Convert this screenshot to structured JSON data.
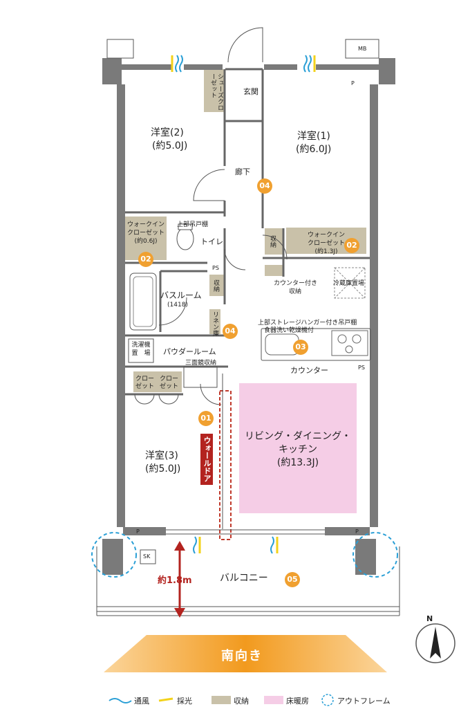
{
  "rooms": {
    "western2": {
      "name": "洋室(2)",
      "size": "(約5.0J)"
    },
    "western1": {
      "name": "洋室(1)",
      "size": "(約6.0J)"
    },
    "western3": {
      "name": "洋室(3)",
      "size": "(約5.0J)"
    },
    "ldk": {
      "line1": "リビング・ダイニング・",
      "line2": "キッチン",
      "size": "(約13.3J)"
    },
    "bathroom": {
      "name": "バスルーム",
      "size": "(1418)"
    },
    "powder": "パウダールーム",
    "hall": "廊下",
    "entrance": "玄関",
    "toilet": "トイレ",
    "balcony": "バルコニー"
  },
  "labels": {
    "mb": "MB",
    "p": "P",
    "ps": "PS",
    "sk": "SK",
    "shoes_closet": "シューズクローゼット",
    "wic_left_line1": "ウォークイン",
    "wic_left_line2": "クローゼット",
    "wic_left_size": "(約0.6J)",
    "wic_right_line1": "ウォークイン",
    "wic_right_line2": "クローゼット",
    "wic_right_size": "(約1.3J)",
    "upper_cabinet": "上部吊戸棚",
    "storage": "収納",
    "counter_storage_line1": "カウンター付き",
    "counter_storage_line2": "収納",
    "fridge": "冷蔵庫置場",
    "linen": "リネン庫",
    "washer_line1": "洗濯機",
    "washer_line2": "置　場",
    "mirror_storage": "三面鏡収納",
    "closet": "クローゼット",
    "upper_storage_line1": "上部ストレージハンガー付き吊戸棚",
    "upper_storage_line2": "食器洗い乾燥機付",
    "counter": "カウンター",
    "wall_door": "ウォールドア",
    "depth": "約1.8m",
    "south": "南向き",
    "north": "N"
  },
  "markers": [
    "01",
    "02",
    "02",
    "03",
    "04",
    "04",
    "05"
  ],
  "legend": [
    {
      "label": "通風",
      "color": "#2a9fd6",
      "type": "wave"
    },
    {
      "label": "採光",
      "color": "#f3d21a",
      "type": "ray"
    },
    {
      "label": "収納",
      "color": "#c9c1a9",
      "type": "box"
    },
    {
      "label": "床暖房",
      "color": "#f5cde6",
      "type": "box"
    },
    {
      "label": "アウトフレーム",
      "color": "#2a9fd6",
      "type": "circle"
    }
  ],
  "colors": {
    "wall": "#7a7a7a",
    "storage": "#c9c1a9",
    "floor_heating": "#f5cde6",
    "marker": "#f0a030",
    "wall_door": "#b3231f",
    "south_banner": "#f29a1e"
  }
}
